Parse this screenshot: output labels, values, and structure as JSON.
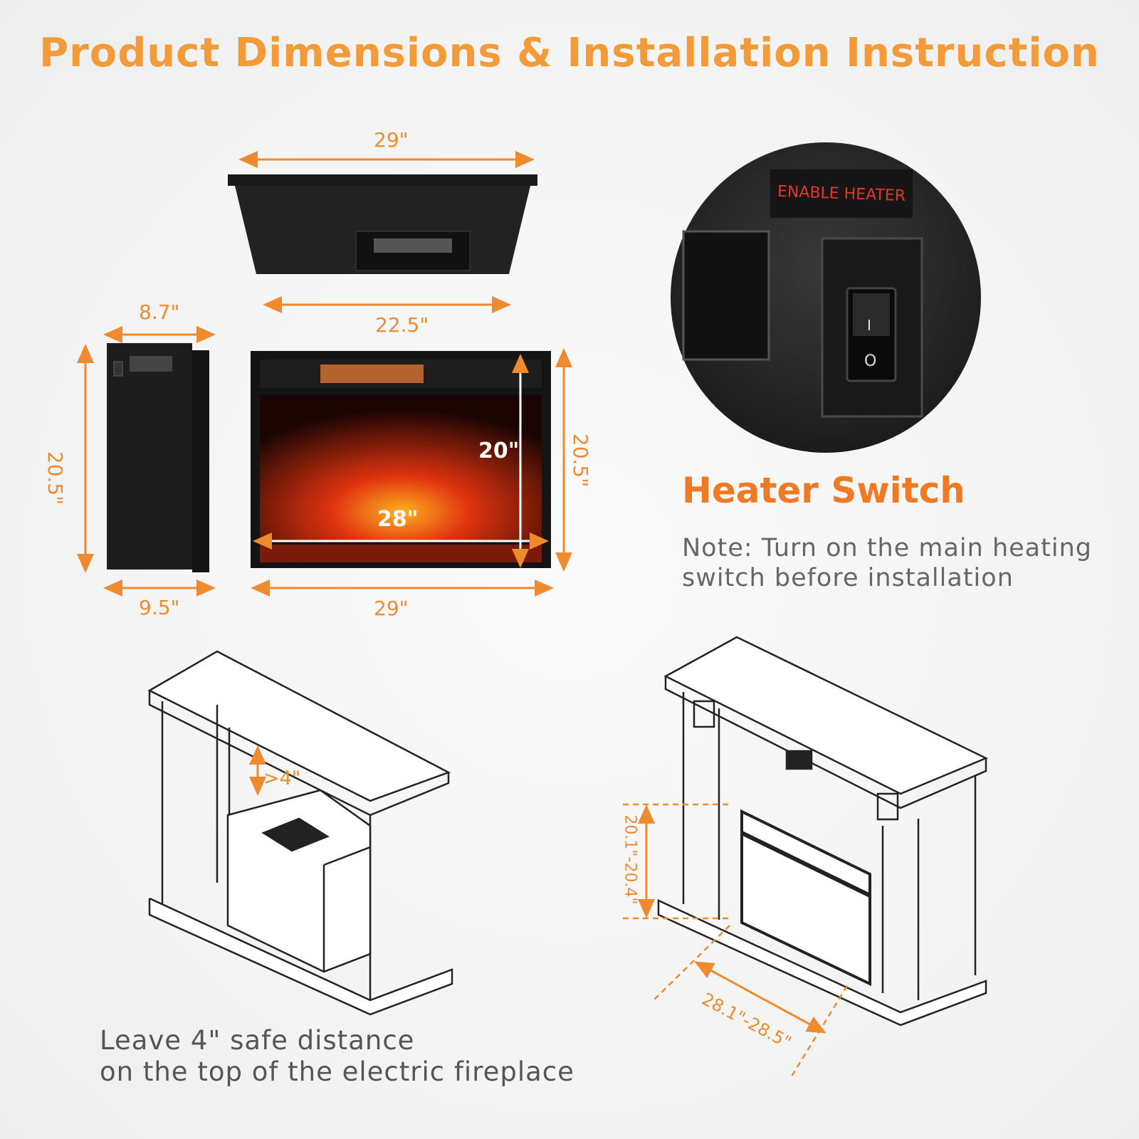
{
  "title": "Product Dimensions & Installation Instruction",
  "dimensions": {
    "top_width": "29\"",
    "top_depth": "22.5\"",
    "side_depth_top": "8.7\"",
    "side_depth_bottom": "9.5\"",
    "side_height": "20.5\"",
    "front_height_outer": "20.5\"",
    "front_inner_height": "20\"",
    "front_inner_width": "28\"",
    "front_width": "29\""
  },
  "heater": {
    "switch_label": "ENABLE HEATER",
    "switch_on": "I",
    "switch_off": "O",
    "title": "Heater Switch",
    "note_line1": "Note: Turn on the main heating",
    "note_line2": "switch before installation"
  },
  "installation": {
    "clearance": ">4\"",
    "opening_height": "20.1\"-20.4\"",
    "opening_width": "28.1\"-28.5\"",
    "note_line1": "Leave 4\"  safe distance",
    "note_line2": "on the top of the electric fireplace"
  },
  "colors": {
    "accent": "#f39b38",
    "dimension": "#ef8a2e",
    "unit": "#1a1a1a",
    "flame": "#e0330f"
  }
}
